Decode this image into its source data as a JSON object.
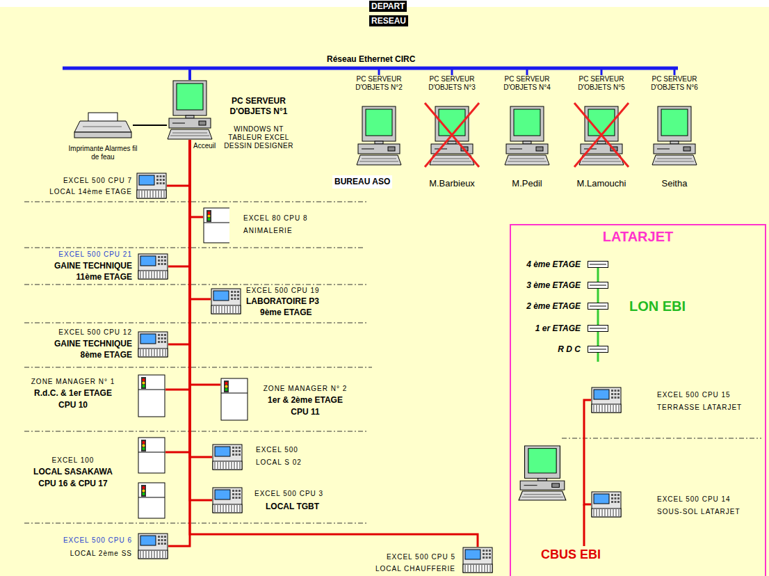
{
  "diagram": {
    "nodes": [
      {
        "text": [
          "PC SERVEUR D'OBJETS N°1",
          "WINDOWS NT TABLEUR EXCEL DESSIN DESIGNER"
        ]
      },
      {
        "text": [
          "Imprimante Alarmes fil de feau"
        ]
      },
      {
        "text": [
          "PC SERVEUR D'OBJETS N°2",
          "BUREAU ASO"
        ]
      },
      {
        "text": [
          "PC SERVEUR D'OBJETS N°3",
          "M.Barbieux"
        ]
      },
      {
        "text": [
          "PC SERVEUR D'OBJETS N°4",
          "M.Pedil"
        ]
      },
      {
        "text": [
          "PC SERVEUR D'OBJETS N°5",
          "M.Lamouchi"
        ]
      },
      {
        "text": [
          "PC SERVEUR D'OBJETS N°6",
          "Seitha"
        ]
      },
      {
        "text": [
          "EXCEL 500 CPU 7",
          "LOCAL 14ème ETAGE"
        ]
      },
      {
        "text": [
          "EXCEL 80 CPU 8",
          "ANIMALERIE"
        ]
      },
      {
        "text": [
          "EXCEL 500 CPU 21",
          "GAINE TECHNIQUE",
          "11ème ETAGE"
        ]
      },
      {
        "text": [
          "EXCEL 500 CPU 19",
          "LABORATOIRE P3",
          "9ème ETAGE"
        ]
      },
      {
        "text": [
          "EXCEL 500 CPU 12",
          "GAINE TECHNIQUE",
          "8ème ETAGE"
        ]
      },
      {
        "text": [
          "ZONE MANAGER N° 1",
          "R.d.C. & 1er ETAGE",
          "CPU 10"
        ]
      },
      {
        "text": [
          "ZONE MANAGER N° 2",
          "1er & 2ème ETAGE",
          "CPU 11"
        ]
      },
      {
        "text": [
          "EXCEL 100",
          "LOCAL SASAKAWA",
          "CPU 16 & CPU 17"
        ]
      },
      {
        "text": [
          "EXCEL 500",
          "LOCAL S 02"
        ]
      },
      {
        "text": [
          "EXCEL 500 CPU 3",
          "LOCAL TGBT"
        ]
      },
      {
        "text": [
          "EXCEL 500 CPU 6",
          "LOCAL 2ème SS"
        ]
      },
      {
        "text": [
          "EXCEL 500 CPU 5",
          "LOCAL CHAUFFERIE"
        ]
      },
      {
        "text": [
          "LATARJET"
        ]
      },
      {
        "text": [
          "4 ème ETAGE"
        ],
        "in": 19
      },
      {
        "text": [
          "3 ème ETAGE"
        ],
        "in": 19
      },
      {
        "text": [
          "2 ème ETAGE"
        ],
        "in": 19
      },
      {
        "text": [
          "1 er ETAGE"
        ],
        "in": 19
      },
      {
        "text": [
          "R D C"
        ],
        "in": 19
      },
      {
        "text": [
          "EXCEL 500 CPU 15",
          "TERRASSE LATARJET"
        ],
        "in": 19
      },
      {
        "text": [
          "EXCEL 500 CPU 14",
          "SOUS-SOL LATARJET"
        ],
        "in": 19
      }
    ],
    "edges": [
      {
        "from": 0,
        "to": 1,
        "arrow": "none"
      },
      {
        "from": 0,
        "to": 2,
        "arrow": "none"
      },
      {
        "from": 0,
        "to": 3,
        "arrow": "none"
      },
      {
        "from": 0,
        "to": 4,
        "arrow": "none"
      },
      {
        "from": 0,
        "to": 5,
        "arrow": "none"
      },
      {
        "from": 0,
        "to": 6,
        "arrow": "none"
      },
      {
        "from": 0,
        "to": 7,
        "arrow": "none"
      },
      {
        "from": 0,
        "to": 8,
        "arrow": "none"
      },
      {
        "from": 0,
        "to": 9,
        "arrow": "none"
      },
      {
        "from": 0,
        "to": 10,
        "arrow": "none"
      },
      {
        "from": 0,
        "to": 11,
        "arrow": "none"
      },
      {
        "from": 0,
        "to": 12,
        "arrow": "none"
      },
      {
        "from": 0,
        "to": 13,
        "arrow": "none"
      },
      {
        "from": 0,
        "to": 14,
        "arrow": "none"
      },
      {
        "from": 0,
        "to": 15,
        "arrow": "none"
      },
      {
        "from": 0,
        "to": 16,
        "arrow": "none"
      },
      {
        "from": 0,
        "to": 17,
        "arrow": "none"
      },
      {
        "from": 0,
        "to": 18,
        "arrow": "none"
      },
      {
        "from": 20,
        "to": 21,
        "arrow": "none"
      },
      {
        "from": 21,
        "to": 22,
        "arrow": "none"
      },
      {
        "from": 22,
        "to": 23,
        "arrow": "none"
      },
      {
        "from": 23,
        "to": 24,
        "arrow": "none"
      },
      {
        "from": 25,
        "to": 26,
        "arrow": "none"
      }
    ],
    "labels": [
      "DEPART",
      "RESEAU",
      "Réseau Ethernet CIRC",
      "Acceuil",
      "LON EBI",
      "CBUS EBI"
    ]
  }
}
